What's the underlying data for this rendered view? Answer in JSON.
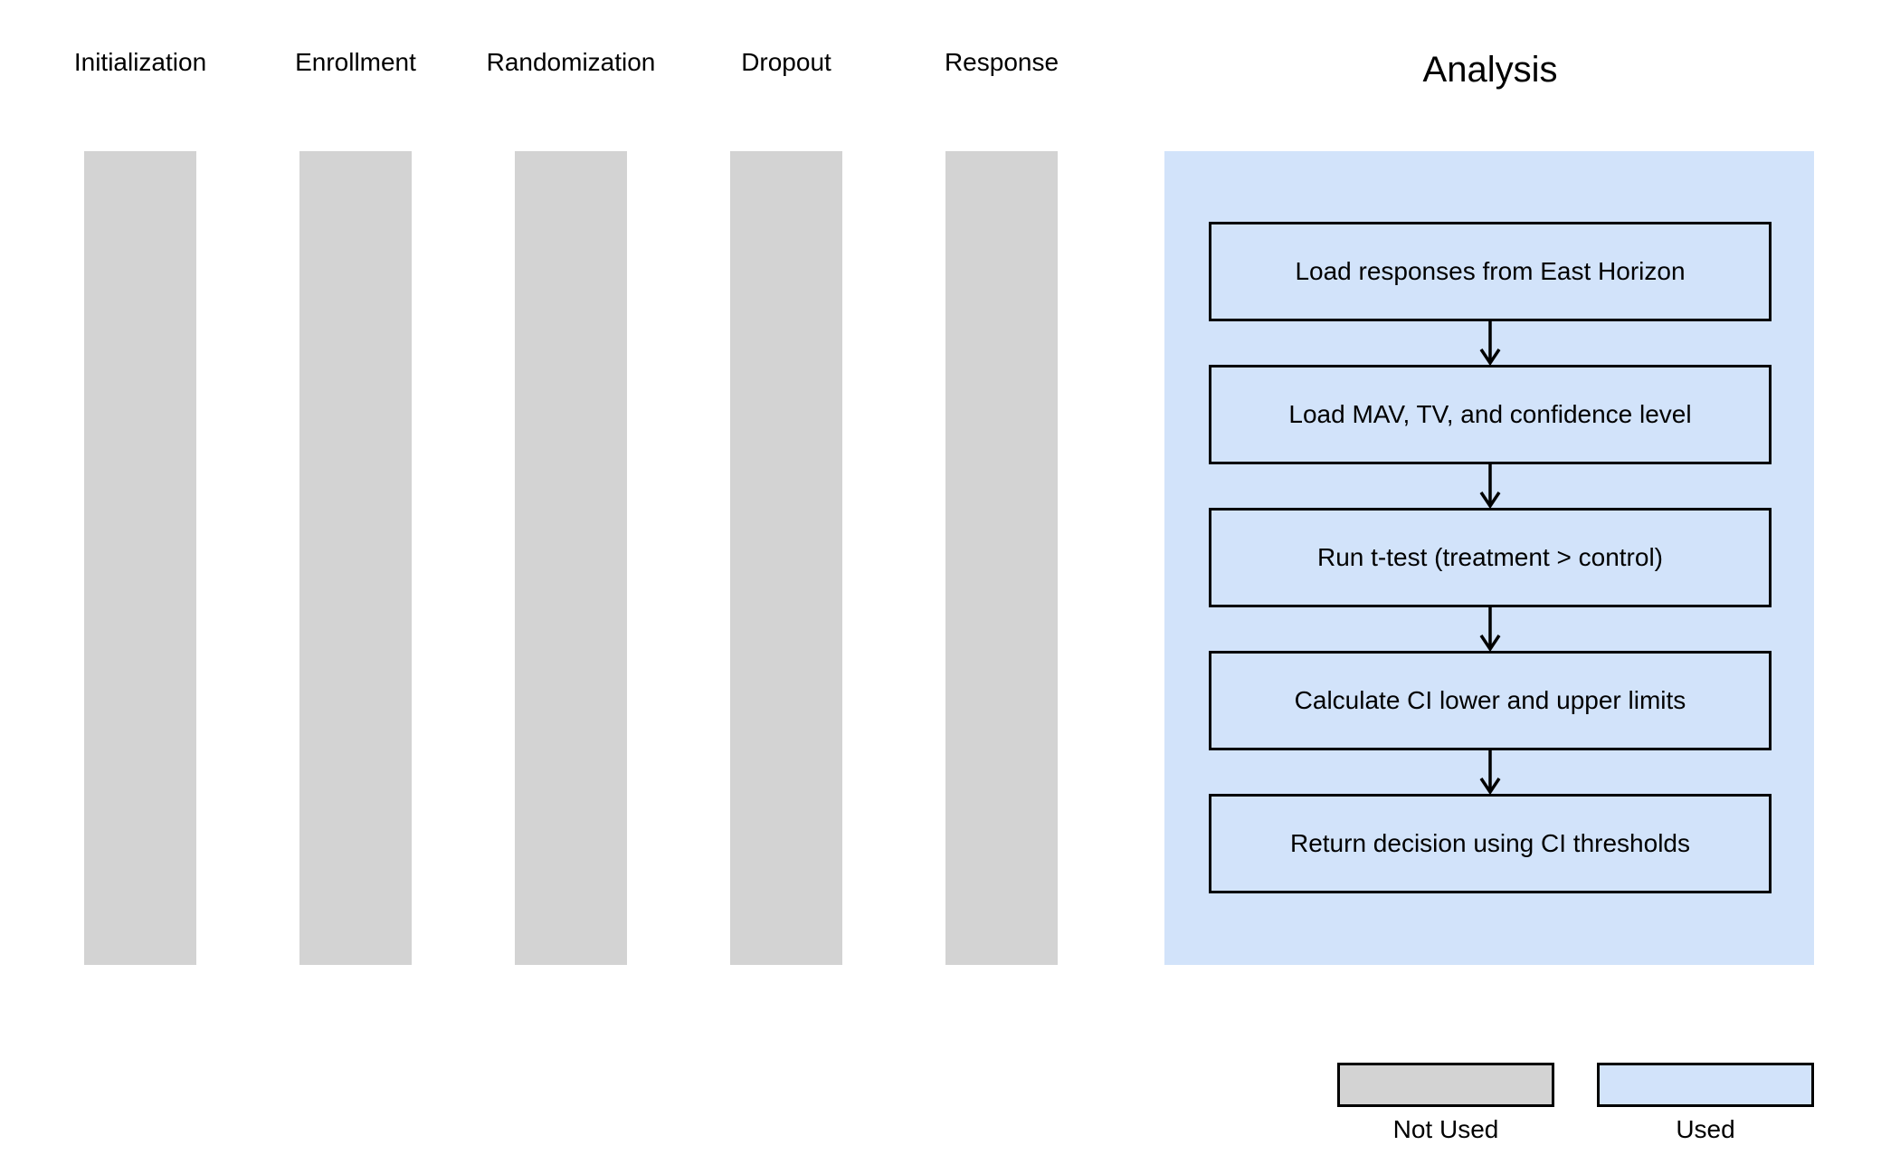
{
  "figure": {
    "stage_labels": [
      "Initialization",
      "Enrollment",
      "Randomization",
      "Dropout",
      "Response"
    ],
    "analysis": {
      "title": "Analysis",
      "steps": [
        "Load responses from East Horizon",
        "Load MAV, TV, and confidence level",
        "Run t-test (treatment > control)",
        "Calculate CI lower and upper limits",
        "Return decision using CI thresholds"
      ]
    },
    "legend": [
      {
        "label": "Not Used",
        "color": "#d3d3d3"
      },
      {
        "label": "Used",
        "color": "#d2e3fa"
      }
    ],
    "colors": {
      "not_used_fill": "#d3d3d3",
      "used_fill": "#d2e3fa",
      "outline": "#000000",
      "background": "#ffffff"
    }
  }
}
